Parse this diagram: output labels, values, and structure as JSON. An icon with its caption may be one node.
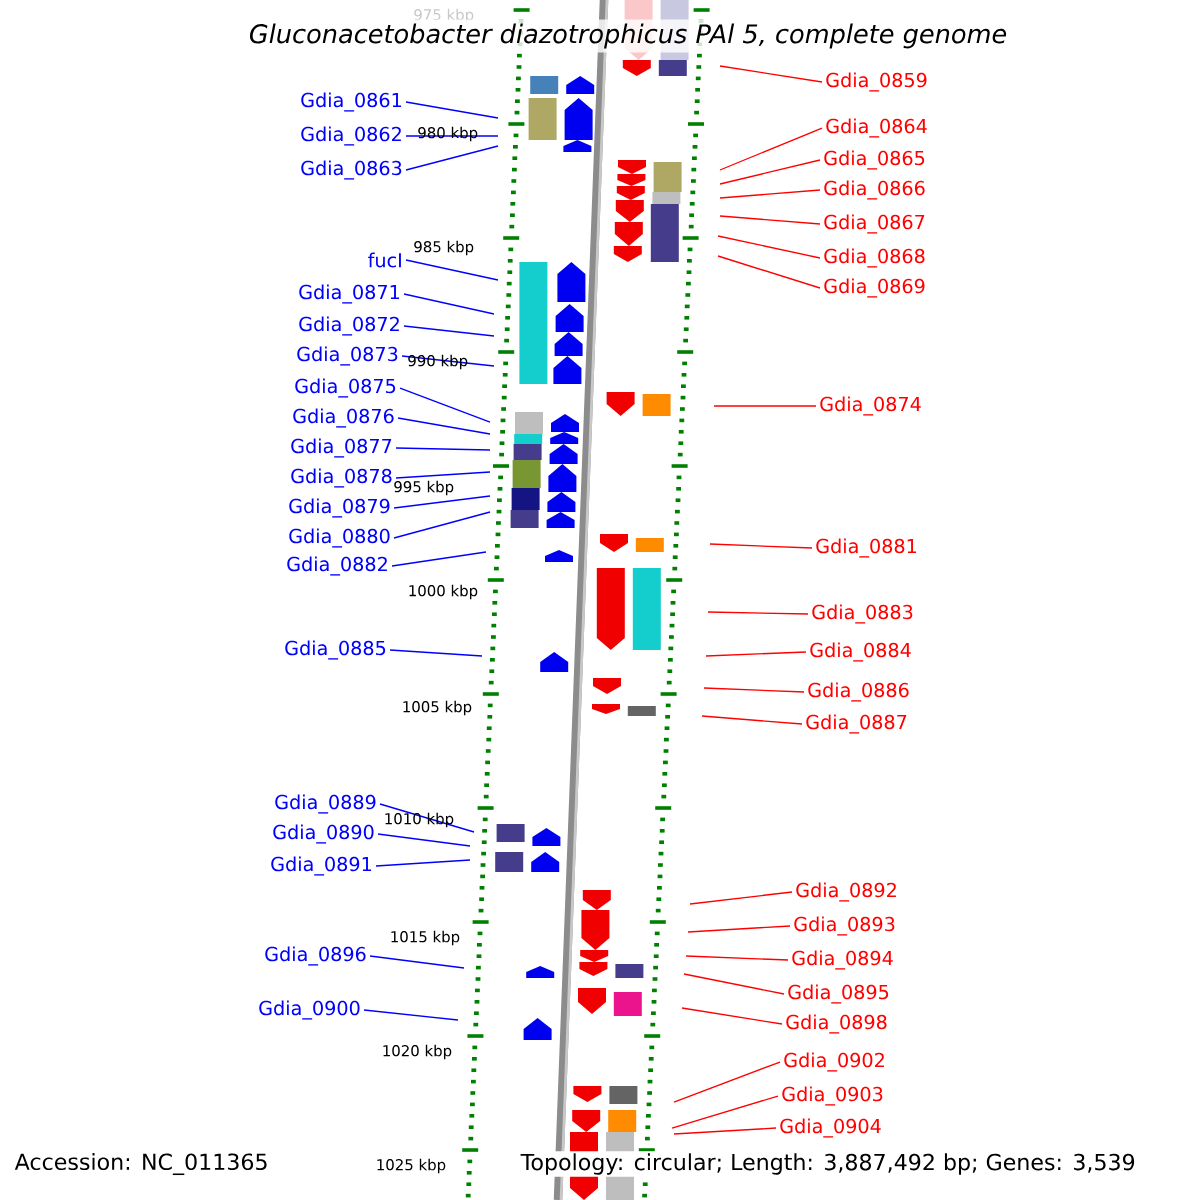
{
  "diagram": {
    "title": "Gluconacetobacter diazotrophicus PAl 5, complete genome",
    "nodes": [
      {
        "text": [
          "Gdia_0861"
        ]
      },
      {
        "text": [
          "Gdia_0862"
        ]
      },
      {
        "text": [
          "Gdia_0863"
        ]
      },
      {
        "text": [
          "fucI"
        ]
      },
      {
        "text": [
          "Gdia_0871"
        ]
      },
      {
        "text": [
          "Gdia_0872"
        ]
      },
      {
        "text": [
          "Gdia_0873"
        ]
      },
      {
        "text": [
          "Gdia_0875"
        ]
      },
      {
        "text": [
          "Gdia_0876"
        ]
      },
      {
        "text": [
          "Gdia_0877"
        ]
      },
      {
        "text": [
          "Gdia_0878"
        ]
      },
      {
        "text": [
          "Gdia_0879"
        ]
      },
      {
        "text": [
          "Gdia_0880"
        ]
      },
      {
        "text": [
          "Gdia_0882"
        ]
      },
      {
        "text": [
          "Gdia_0885"
        ]
      },
      {
        "text": [
          "Gdia_0889"
        ]
      },
      {
        "text": [
          "Gdia_0890"
        ]
      },
      {
        "text": [
          "Gdia_0891"
        ]
      },
      {
        "text": [
          "Gdia_0896"
        ]
      },
      {
        "text": [
          "Gdia_0900"
        ]
      },
      {
        "text": [
          "Gdia_0859"
        ]
      },
      {
        "text": [
          "Gdia_0864"
        ]
      },
      {
        "text": [
          "Gdia_0865"
        ]
      },
      {
        "text": [
          "Gdia_0866"
        ]
      },
      {
        "text": [
          "Gdia_0867"
        ]
      },
      {
        "text": [
          "Gdia_0868"
        ]
      },
      {
        "text": [
          "Gdia_0869"
        ]
      },
      {
        "text": [
          "Gdia_0874"
        ]
      },
      {
        "text": [
          "Gdia_0881"
        ]
      },
      {
        "text": [
          "Gdia_0883"
        ]
      },
      {
        "text": [
          "Gdia_0884"
        ]
      },
      {
        "text": [
          "Gdia_0886"
        ]
      },
      {
        "text": [
          "Gdia_0887"
        ]
      },
      {
        "text": [
          "Gdia_0892"
        ]
      },
      {
        "text": [
          "Gdia_0893"
        ]
      },
      {
        "text": [
          "Gdia_0894"
        ]
      },
      {
        "text": [
          "Gdia_0895"
        ]
      },
      {
        "text": [
          "Gdia_0898"
        ]
      },
      {
        "text": [
          "Gdia_0902"
        ]
      },
      {
        "text": [
          "Gdia_0903"
        ]
      },
      {
        "text": [
          "Gdia_0904"
        ]
      }
    ],
    "edges": [
      {
        "from": 0,
        "to": null,
        "arrow": "none",
        "color": "#0000ff"
      },
      {
        "from": 1,
        "to": null,
        "arrow": "none",
        "color": "#0000ff"
      },
      {
        "from": 2,
        "to": null,
        "arrow": "none",
        "color": "#0000ff"
      },
      {
        "from": 3,
        "to": null,
        "arrow": "none",
        "color": "#0000ff"
      },
      {
        "from": 4,
        "to": null,
        "arrow": "none",
        "color": "#0000ff"
      },
      {
        "from": 5,
        "to": null,
        "arrow": "none",
        "color": "#0000ff"
      },
      {
        "from": 6,
        "to": null,
        "arrow": "none",
        "color": "#0000ff"
      },
      {
        "from": 7,
        "to": null,
        "arrow": "none",
        "color": "#0000ff"
      },
      {
        "from": 8,
        "to": null,
        "arrow": "none",
        "color": "#0000ff"
      },
      {
        "from": 9,
        "to": null,
        "arrow": "none",
        "color": "#0000ff"
      },
      {
        "from": 10,
        "to": null,
        "arrow": "none",
        "color": "#0000ff"
      },
      {
        "from": 11,
        "to": null,
        "arrow": "none",
        "color": "#0000ff"
      },
      {
        "from": 12,
        "to": null,
        "arrow": "none",
        "color": "#0000ff"
      },
      {
        "from": 13,
        "to": null,
        "arrow": "none",
        "color": "#0000ff"
      },
      {
        "from": 14,
        "to": null,
        "arrow": "none",
        "color": "#0000ff"
      },
      {
        "from": 15,
        "to": null,
        "arrow": "none",
        "color": "#0000ff"
      },
      {
        "from": 16,
        "to": null,
        "arrow": "none",
        "color": "#0000ff"
      },
      {
        "from": 17,
        "to": null,
        "arrow": "none",
        "color": "#0000ff"
      },
      {
        "from": 18,
        "to": null,
        "arrow": "none",
        "color": "#0000ff"
      },
      {
        "from": 19,
        "to": null,
        "arrow": "none",
        "color": "#0000ff"
      },
      {
        "from": 20,
        "to": null,
        "arrow": "none"
      },
      {
        "from": 21,
        "to": null,
        "arrow": "none"
      },
      {
        "from": 22,
        "to": null,
        "arrow": "none"
      },
      {
        "from": 23,
        "to": null,
        "arrow": "none"
      },
      {
        "from": 24,
        "to": null,
        "arrow": "none"
      },
      {
        "from": 25,
        "to": null,
        "arrow": "none"
      },
      {
        "from": 26,
        "to": null,
        "arrow": "none"
      },
      {
        "from": 27,
        "to": null,
        "arrow": "none"
      },
      {
        "from": 28,
        "to": null,
        "arrow": "none"
      },
      {
        "from": 29,
        "to": null,
        "arrow": "none"
      },
      {
        "from": 30,
        "to": null,
        "arrow": "none"
      },
      {
        "from": 31,
        "to": null,
        "arrow": "none"
      },
      {
        "from": 32,
        "to": null,
        "arrow": "none"
      },
      {
        "from": 33,
        "to": null,
        "arrow": "none"
      },
      {
        "from": 34,
        "to": null,
        "arrow": "none"
      },
      {
        "from": 35,
        "to": null,
        "arrow": "none"
      },
      {
        "from": 36,
        "to": null,
        "arrow": "none"
      },
      {
        "from": 37,
        "to": null,
        "arrow": "none"
      },
      {
        "from": 38,
        "to": null,
        "arrow": "none"
      },
      {
        "from": 39,
        "to": null,
        "arrow": "none"
      },
      {
        "from": 40,
        "to": null,
        "arrow": "none"
      }
    ],
    "labels": [
      "975 kbp",
      "980 kbp",
      "985 kbp",
      "990 kbp",
      "995 kbp",
      "1000 kbp",
      "1005 kbp",
      "1010 kbp",
      "1015 kbp",
      "1020 kbp",
      "1025 kbp",
      "Accession: NC_011365",
      "Topology: circular; Length: 3,887,492 bp; Genes: 3,539"
    ]
  }
}
